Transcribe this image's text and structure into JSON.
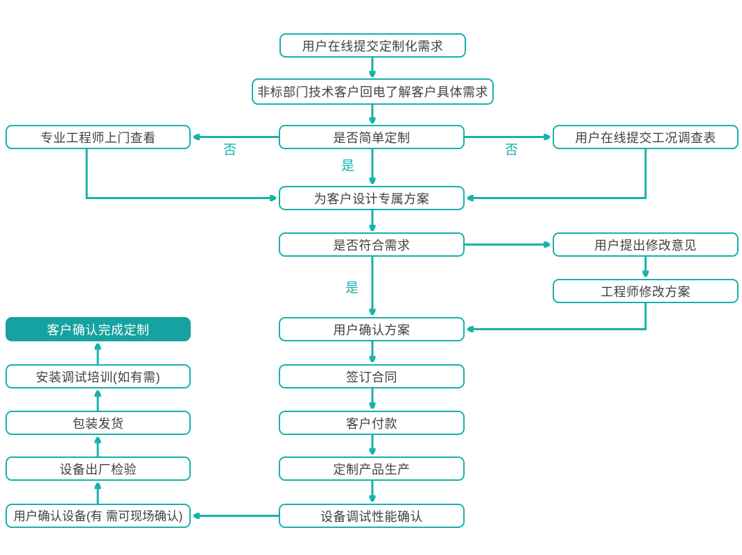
{
  "flowchart": {
    "colors": {
      "accent": "#15b1aa",
      "node_fill": "#16a2a0",
      "text": "#404040"
    },
    "nodes": [
      {
        "id": "submit-request",
        "label": "用户在线提交定制化需求"
      },
      {
        "id": "callback-understand-needs",
        "label": "非标部门技术客户回电了解客户具体需求"
      },
      {
        "id": "engineer-site-visit",
        "label": "专业工程师上门查看"
      },
      {
        "id": "is-simple-customization",
        "label": "是否简单定制"
      },
      {
        "id": "submit-condition-survey",
        "label": "用户在线提交工况调查表"
      },
      {
        "id": "design-exclusive-plan",
        "label": "为客户设计专属方案"
      },
      {
        "id": "meets-requirements",
        "label": "是否符合需求"
      },
      {
        "id": "user-modification-feedback",
        "label": "用户提出修改意见"
      },
      {
        "id": "engineer-revise-plan",
        "label": "工程师修改方案"
      },
      {
        "id": "user-confirm-plan",
        "label": "用户确认方案"
      },
      {
        "id": "sign-contract",
        "label": "签订合同"
      },
      {
        "id": "customer-payment",
        "label": "客户付款"
      },
      {
        "id": "custom-production",
        "label": "定制产品生产"
      },
      {
        "id": "equipment-debug-confirm",
        "label": "设备调试性能确认"
      },
      {
        "id": "customer-confirm-complete",
        "label": "客户确认完成定制"
      },
      {
        "id": "install-debug-training",
        "label": "安装调试培训(如有需)"
      },
      {
        "id": "packing-shipping",
        "label": "包装发货"
      },
      {
        "id": "factory-inspection",
        "label": "设备出厂检验"
      },
      {
        "id": "user-confirm-equipment",
        "label": "用户确认设备(有 需可现场确认)"
      }
    ],
    "edge_labels": [
      {
        "id": "no-left",
        "text": "否"
      },
      {
        "id": "no-right",
        "text": "否"
      },
      {
        "id": "yes-simple",
        "text": "是"
      },
      {
        "id": "yes-meets",
        "text": "是"
      }
    ]
  }
}
